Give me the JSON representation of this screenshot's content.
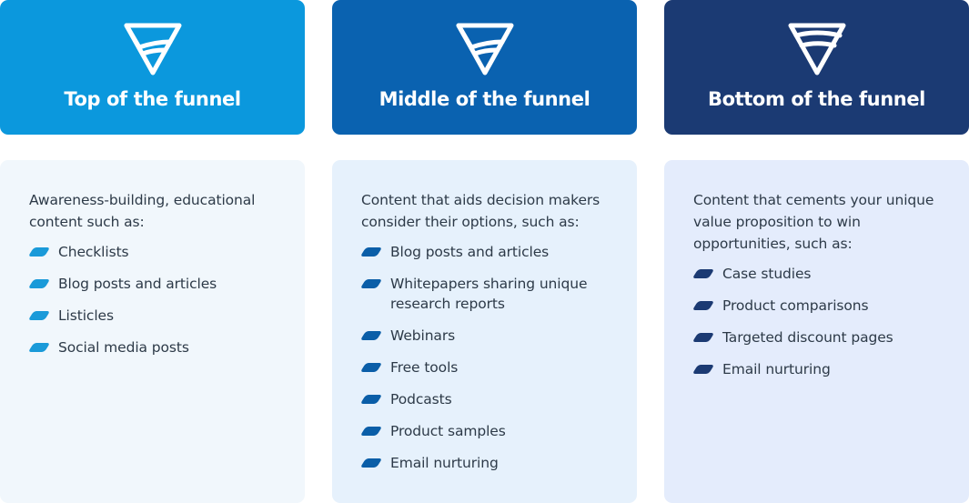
{
  "columns": [
    {
      "title": "Top of the funnel",
      "header_color": "#0b98dd",
      "card_color": "#f1f7fc",
      "bullet_color": "#1a9ad9",
      "icon": "funnel-icon",
      "intro": "Awareness-building, educational content such as:",
      "items": [
        "Checklists",
        "Blog posts and articles",
        "Listicles",
        "Social media posts"
      ]
    },
    {
      "title": "Middle of the funnel",
      "header_color": "#0a62b0",
      "card_color": "#e6f1fc",
      "bullet_color": "#0a5ea8",
      "icon": "funnel-icon",
      "intro": "Content that aids decision makers consider their options, such as:",
      "items": [
        "Blog posts and articles",
        "Whitepapers sharing unique research reports",
        "Webinars",
        "Free tools",
        "Podcasts",
        "Product samples",
        "Email nurturing"
      ]
    },
    {
      "title": "Bottom of the funnel",
      "header_color": "#1b3a73",
      "card_color": "#e4ecfc",
      "bullet_color": "#1b3a73",
      "icon": "funnel-icon",
      "intro": "Content that cements your unique value proposition to win opportunities, such as:",
      "items": [
        "Case studies",
        "Product comparisons",
        "Targeted discount pages",
        "Email nurturing"
      ]
    }
  ]
}
